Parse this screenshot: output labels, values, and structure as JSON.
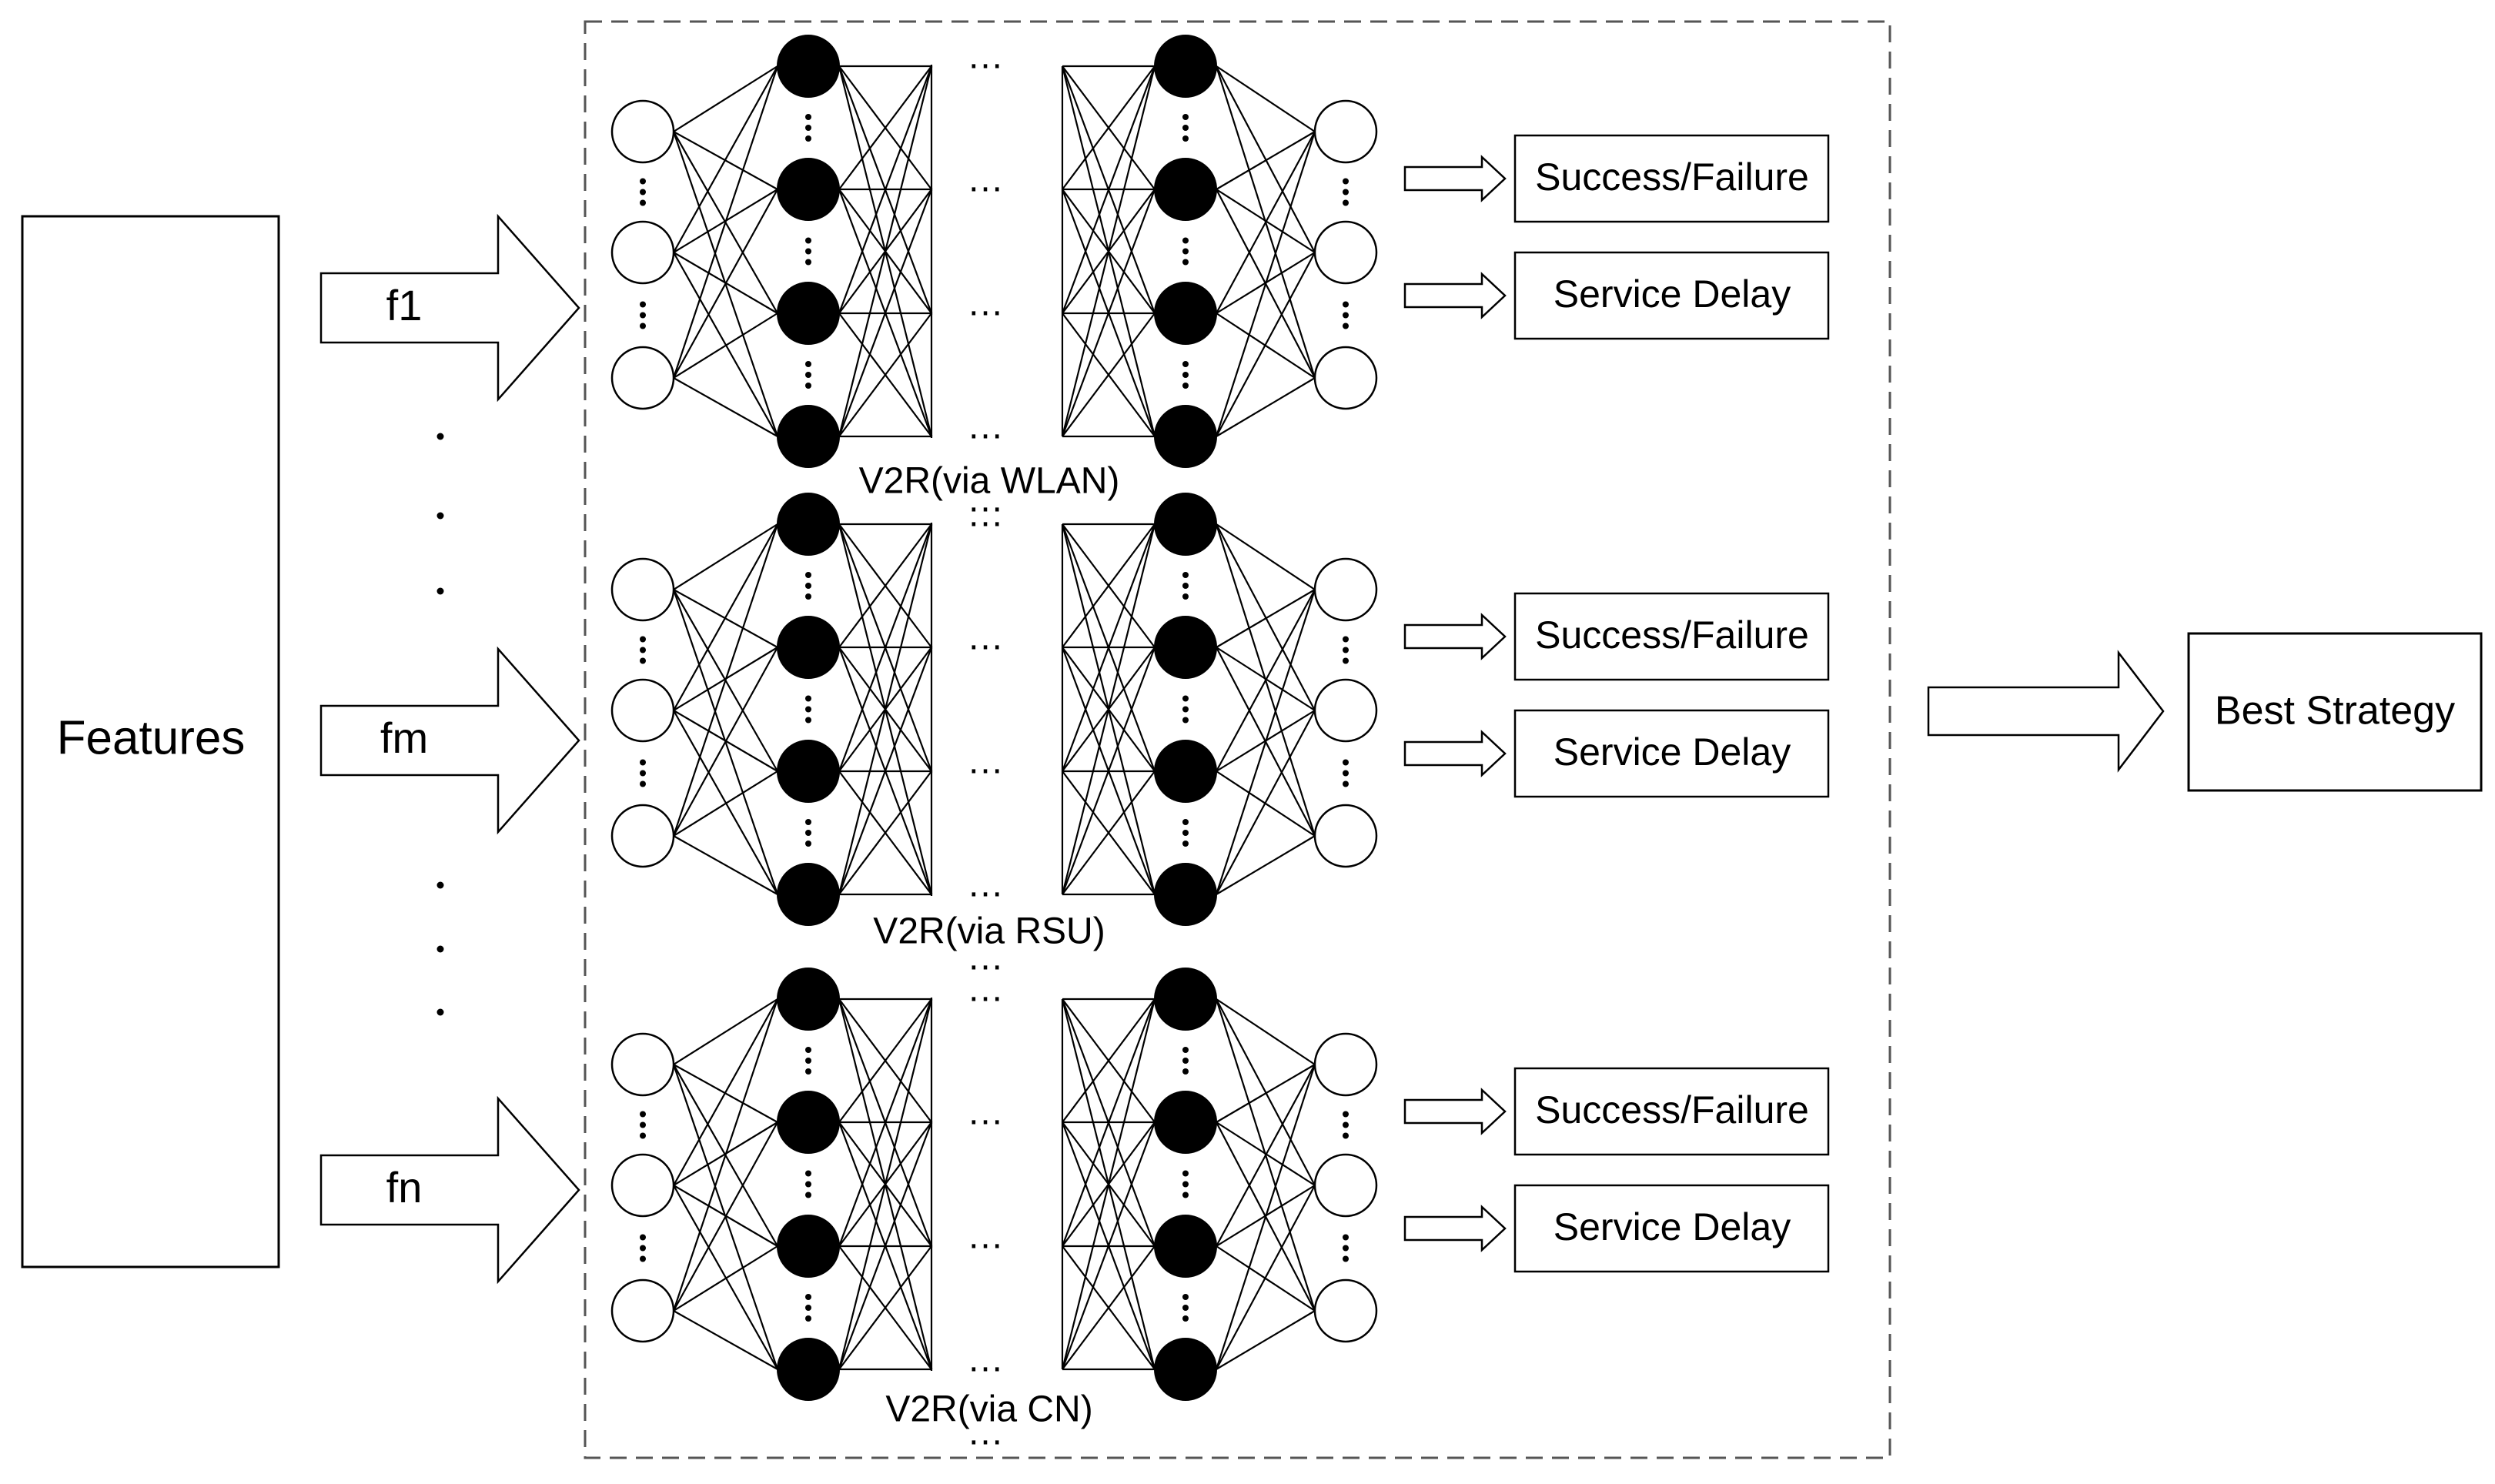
{
  "features_label": "Features",
  "inputs": [
    "f1",
    "fm",
    "fn"
  ],
  "networks": [
    {
      "label": "V2R(via WLAN)",
      "outputs": [
        "Success/Failure",
        "Service Delay"
      ]
    },
    {
      "label": "V2R(via RSU)",
      "outputs": [
        "Success/Failure",
        "Service Delay"
      ]
    },
    {
      "label": "V2R(via CN)",
      "outputs": [
        "Success/Failure",
        "Service Delay"
      ]
    }
  ],
  "result_label": "Best Strategy",
  "dots": "…",
  "colors": {
    "stroke": "#000000",
    "fill": "#ffffff",
    "neuron_hidden": "#000000",
    "dashed_border": "#555555"
  }
}
